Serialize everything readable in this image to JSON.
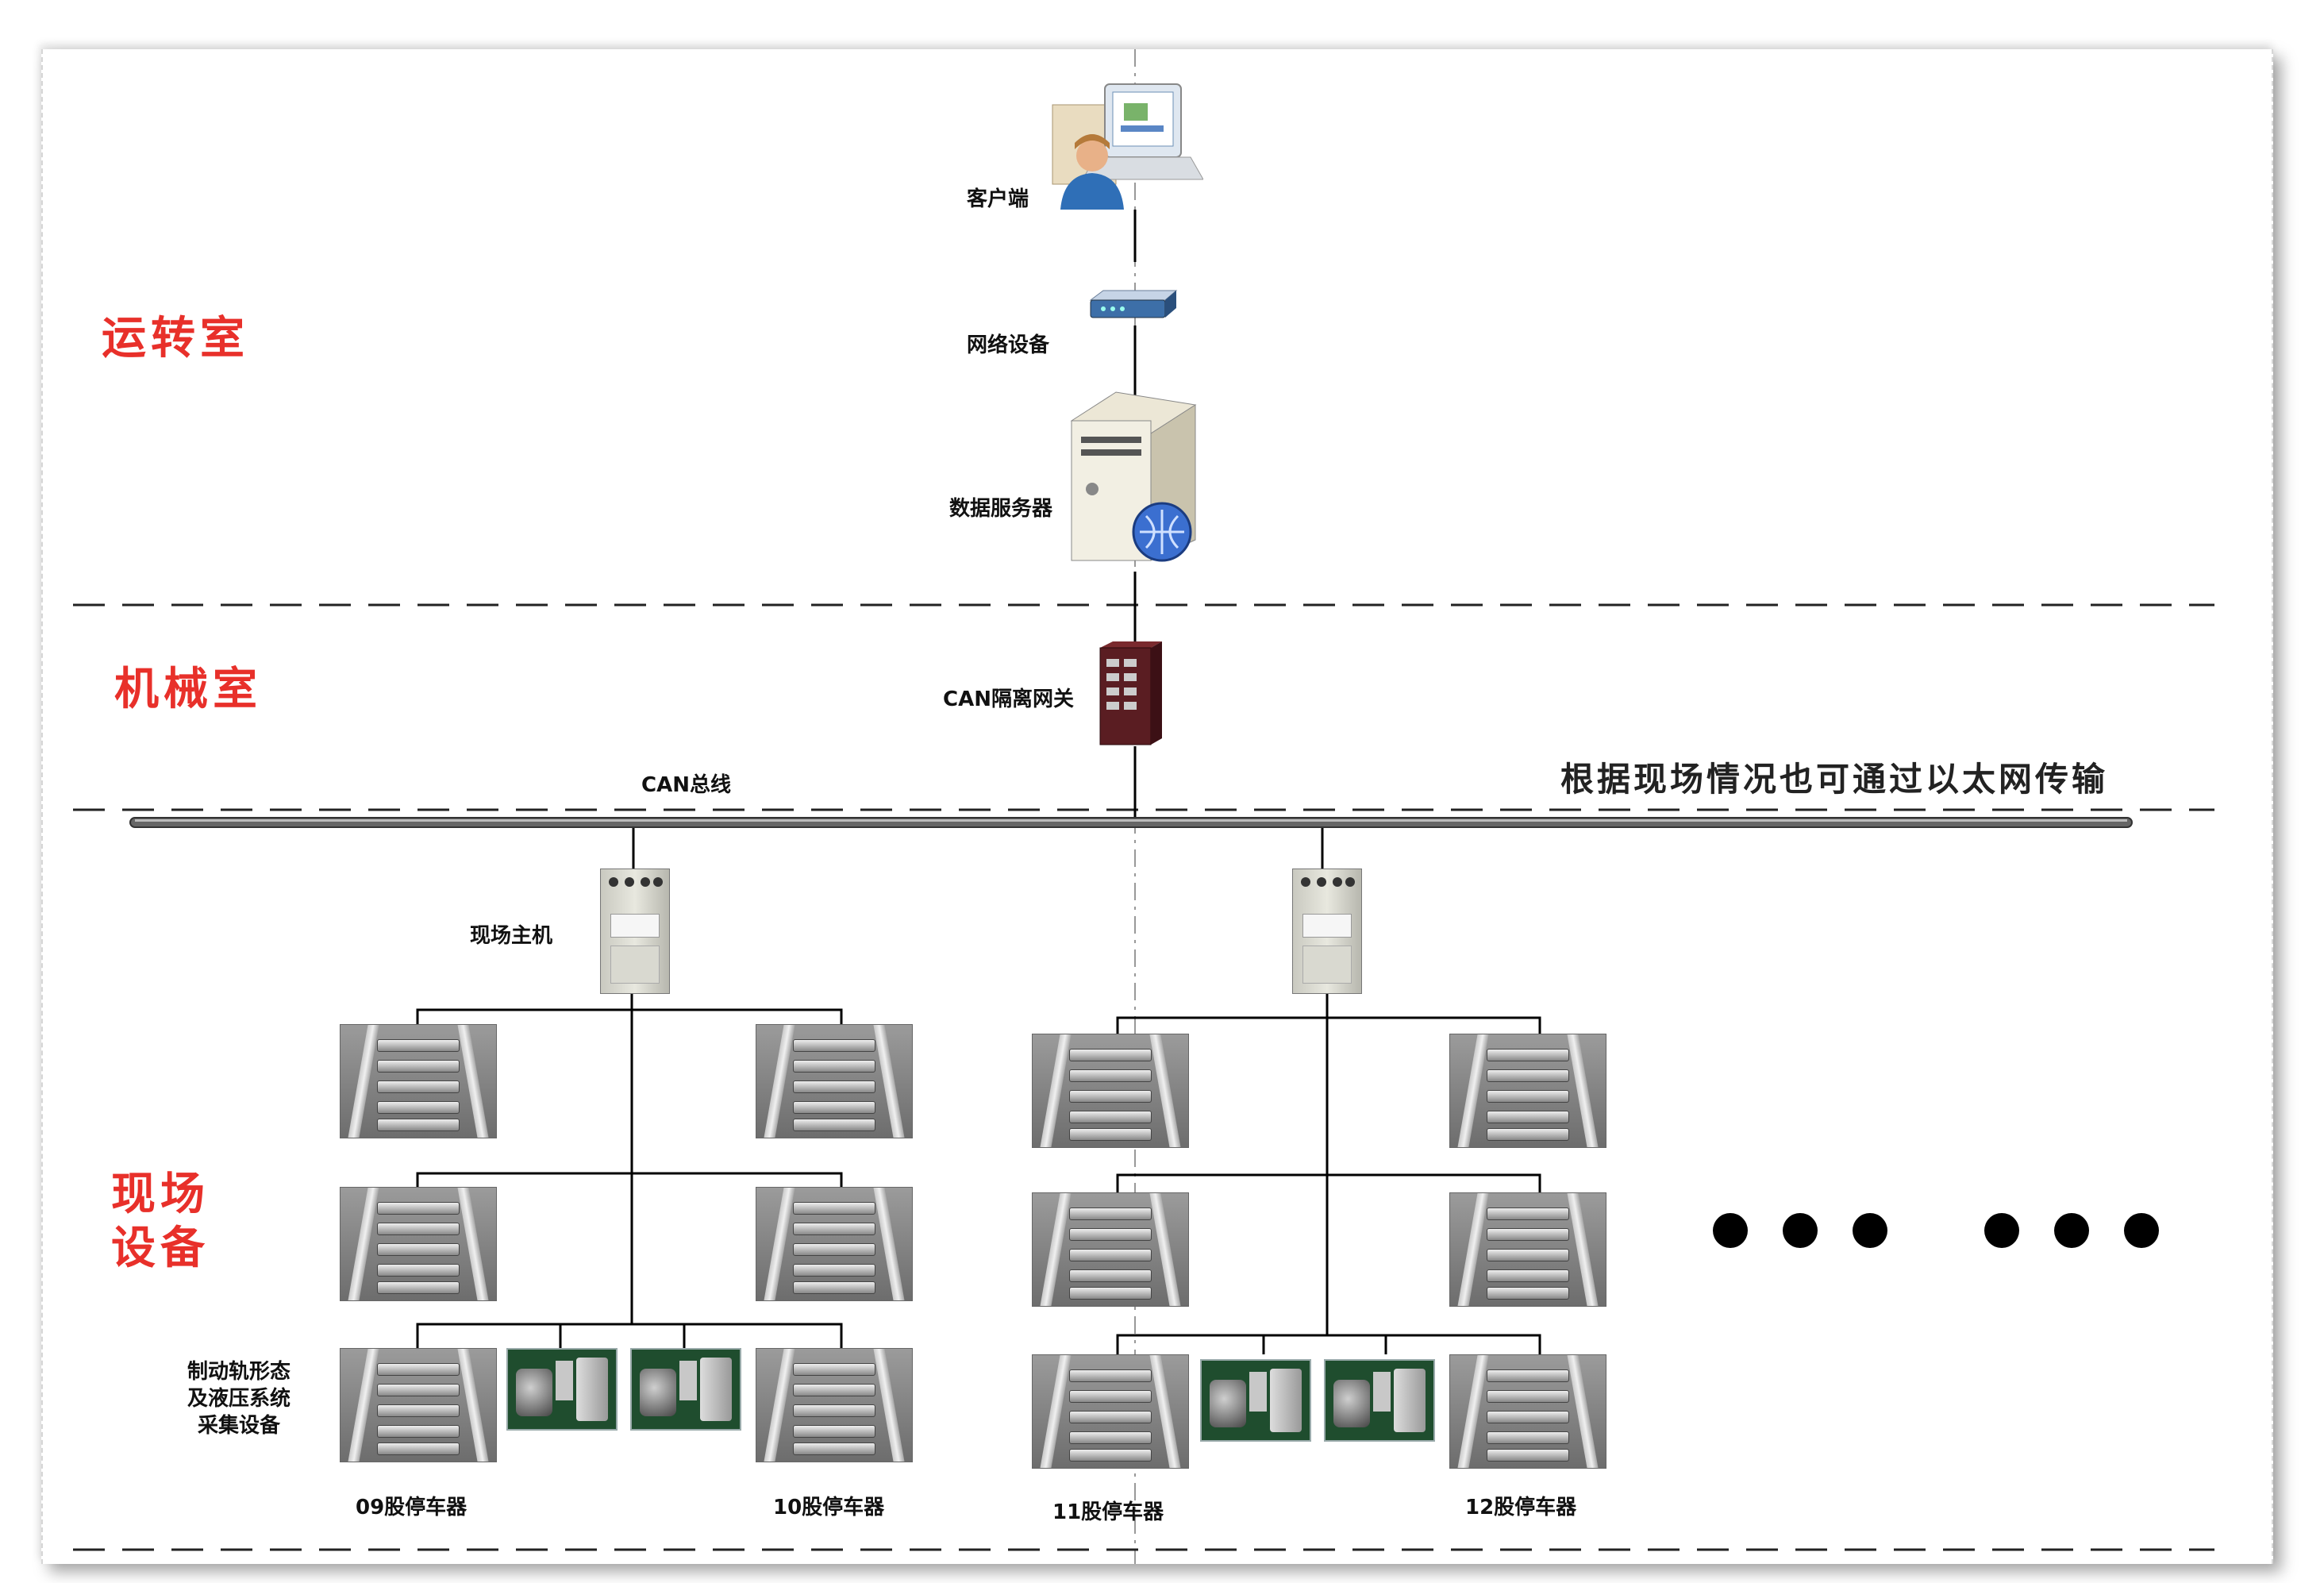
{
  "zones": {
    "operations_room": "运转室",
    "machine_room": "机械室",
    "field_equipment": "现场\n设备"
  },
  "nodes": {
    "client": "客户端",
    "network_device": "网络设备",
    "data_server": "数据服务器",
    "can_gateway": "CAN隔离网关",
    "can_bus": "CAN总线",
    "field_host": "现场主机",
    "collection_device": "制动轨形态\n及液压系统\n采集设备",
    "retarder_09": "09股停车器",
    "retarder_10": "10股停车器",
    "retarder_11": "11股停车器",
    "retarder_12": "12股停车器"
  },
  "note": "根据现场情况也可通过以太网传输",
  "colors": {
    "zone_label": "#e8302a",
    "line": "#000000",
    "bus": "#555555"
  }
}
